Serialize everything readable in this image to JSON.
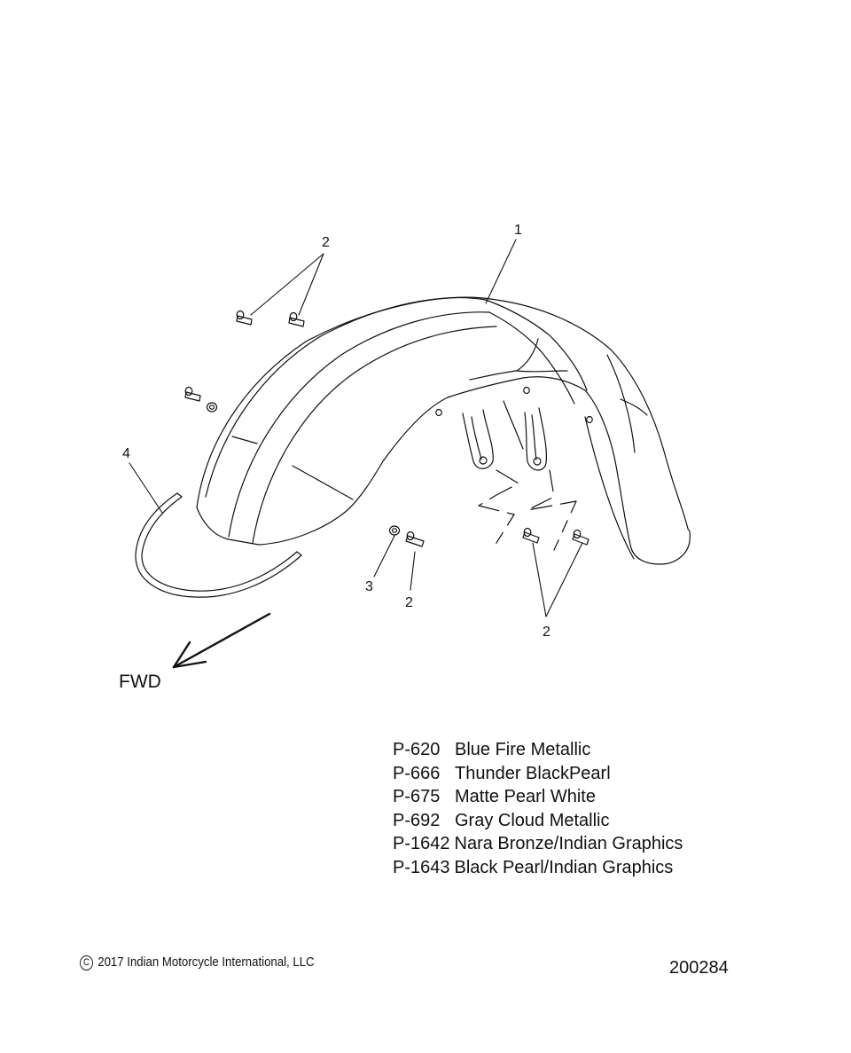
{
  "callouts": {
    "fender": "1",
    "screws_top": "2",
    "screws_bottom_left": "2",
    "screws_bottom_right": "2",
    "nut": "3",
    "trim": "4"
  },
  "direction_label": "FWD",
  "colors": [
    {
      "code": "P-620",
      "name": "Blue Fire Metallic"
    },
    {
      "code": "P-666",
      "name": "Thunder BlackPearl"
    },
    {
      "code": "P-675",
      "name": "Matte Pearl White"
    },
    {
      "code": "P-692",
      "name": "Gray Cloud Metallic"
    },
    {
      "code": "P-1642",
      "name": "Nara Bronze/Indian Graphics"
    },
    {
      "code": "P-1643",
      "name": "Black Pearl/Indian Graphics"
    }
  ],
  "footer": {
    "copyright_symbol": "C",
    "copyright_text": "2017 Indian Motorcycle International, LLC",
    "document_number": "200284"
  }
}
